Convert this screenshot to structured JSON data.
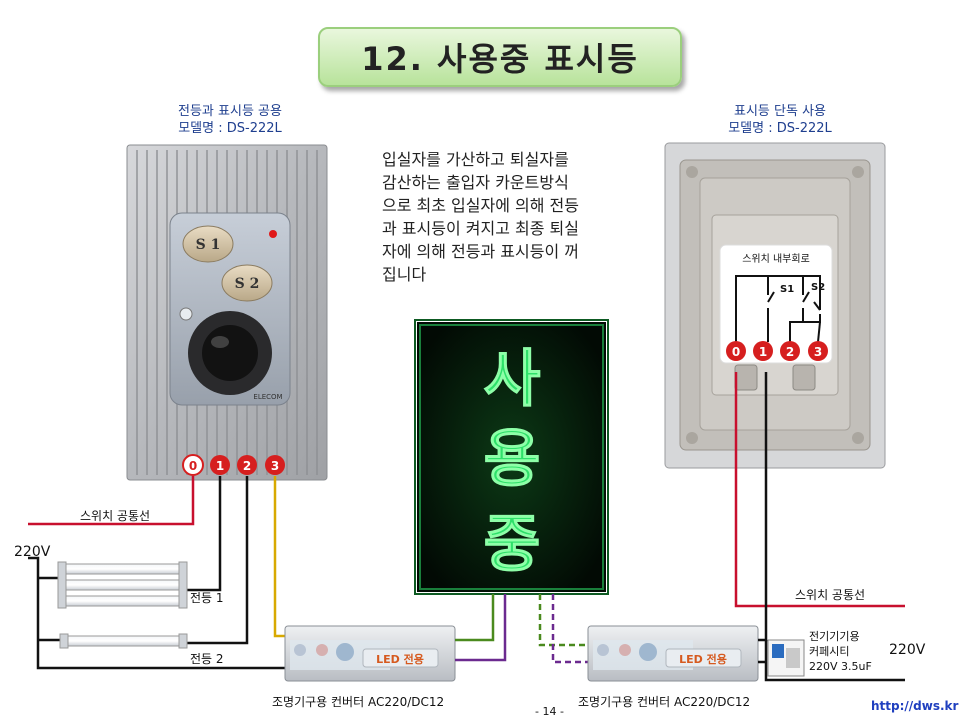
{
  "title": "12. 사용중  표시등",
  "left_device": {
    "line1": "전등과 표시등 공용",
    "line2": "모델명 : DS-222L",
    "s1": "S 1",
    "s2": "S 2",
    "brand": "ELECOM"
  },
  "right_device": {
    "line1": "표시등 단독 사용",
    "line2": "모델명 : DS-222L",
    "circuit_title": "스위치 내부회로",
    "s1": "S1",
    "s2": "S2"
  },
  "description": [
    "입실자를 가산하고 퇴실자를",
    "감산하는 출입자 카운트방식",
    "으로 최초 입실자에 의해 전등",
    "과 표시등이 켜지고 최종 퇴실",
    "자에 의해 전등과 표시등이 꺼",
    "집니다"
  ],
  "sign_chars": [
    "사",
    "용",
    "중"
  ],
  "terminals_left": [
    "0",
    "1",
    "2",
    "3"
  ],
  "terminals_right": [
    "0",
    "1",
    "2",
    "3"
  ],
  "labels": {
    "common_left": "스위치 공통선",
    "voltage_left": "220V",
    "lamp1": "전등 1",
    "lamp2": "전등 2",
    "converter_left": "조명기구용 컨버터  AC220/DC12",
    "converter_right": "조명기구용 컨버터  AC220/DC12",
    "common_right": "스위치 공통선",
    "capacitor_line1": "전기기기용",
    "capacitor_line2": "커페시티",
    "capacitor_line3": "220V 3.5uF",
    "voltage_right": "220V",
    "led_text": "LED 전용"
  },
  "page_number": "- 14 -",
  "website": "http://dws.kr",
  "colors": {
    "terminal_red": "#d61f1f",
    "wire_red": "#c8102e",
    "wire_yellow": "#d8a900",
    "wire_green": "#4a8a1e",
    "wire_purple": "#6b2a8f",
    "sign_green": "#2ee06a"
  }
}
